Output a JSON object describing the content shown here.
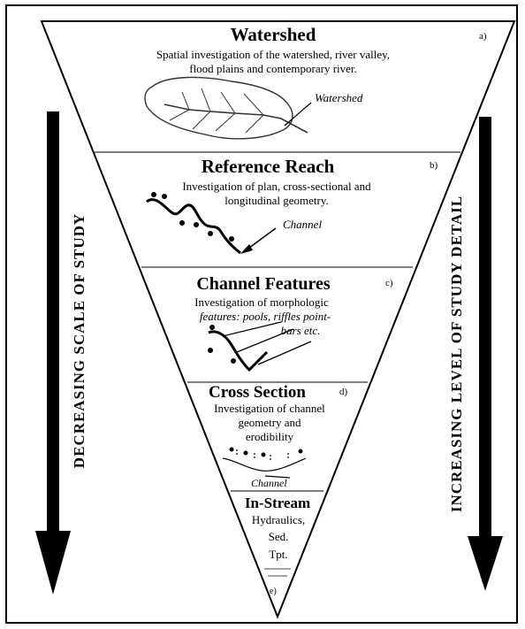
{
  "left_axis": {
    "label": "DECREASING SCALE OF STUDY"
  },
  "right_axis": {
    "label": "INCREASING LEVEL OF STUDY DETAIL"
  },
  "levels": [
    {
      "letter": "a)",
      "title": "Watershed",
      "desc": [
        "Spatial investigation of the watershed, river valley,",
        "flood plains and contemporary river."
      ],
      "annotation": "Watershed"
    },
    {
      "letter": "b)",
      "title": "Reference Reach",
      "desc": [
        "Investigation of plan, cross-sectional and",
        "longitudinal geometry."
      ],
      "annotation": "Channel"
    },
    {
      "letter": "c)",
      "title": "Channel Features",
      "desc": [
        "Investigation of morphologic",
        "features: pools, riffles point-",
        "bars etc."
      ]
    },
    {
      "letter": "d)",
      "title": "Cross Section",
      "desc": [
        "Investigation of channel",
        "geometry and",
        "erodibility"
      ],
      "annotation": "Channel"
    },
    {
      "letter": "e)",
      "title": "In-Stream",
      "desc": [
        "Hydraulics,",
        "Sed.",
        "Tpt."
      ]
    }
  ]
}
